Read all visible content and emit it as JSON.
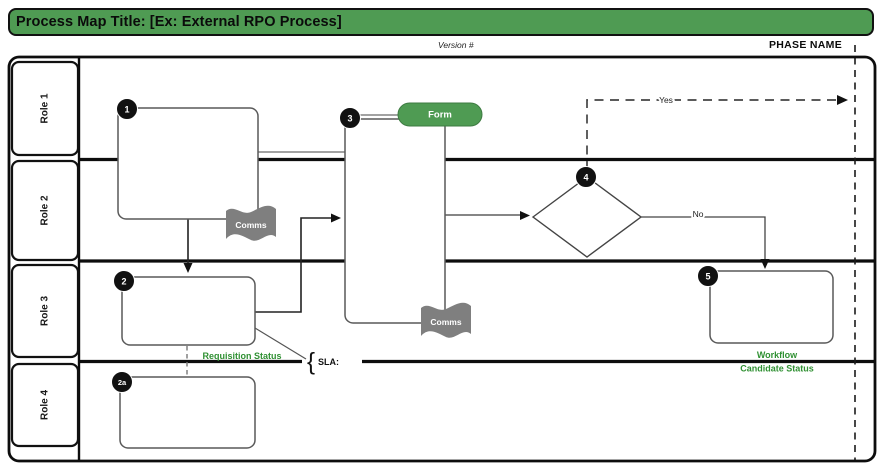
{
  "title_bar": {
    "title": "Process Map Title: [Ex: External RPO Process]"
  },
  "meta": {
    "version": "Version #",
    "phase": "PHASE NAME"
  },
  "lanes": [
    {
      "label": "Role 1"
    },
    {
      "label": "Role 2"
    },
    {
      "label": "Role 3"
    },
    {
      "label": "Role 4"
    }
  ],
  "steps": {
    "s1": "1",
    "s2": "2",
    "s2a": "2a",
    "s3": "3",
    "s4": "4",
    "s5": "5"
  },
  "shapes": {
    "form": "Form",
    "comms1": "Comms",
    "comms2": "Comms"
  },
  "labels": {
    "yes": "Yes",
    "no": "No",
    "requisition_status": "Requisition Status",
    "sla_bracket": "{",
    "sla": "SLA:",
    "workflow": "Workflow",
    "candidate_status": "Candidate Status"
  },
  "colors": {
    "title_green": "#4f9b53",
    "form_green": "#4f9b53",
    "status_text_green": "#2f9032",
    "flag_gray": "#7f7f7f",
    "badge_black": "#111111"
  }
}
